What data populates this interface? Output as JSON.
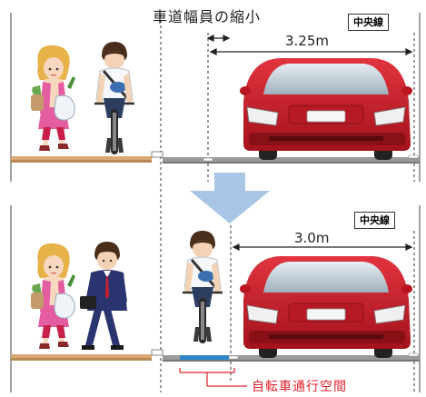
{
  "title": "車道幅員の縮小",
  "width_before": "3.25m",
  "width_after": "3.0m",
  "center_line_label": "中央線",
  "bike_lane_label": "自転車通行空間",
  "colors": {
    "road": "#9a9a9a",
    "sidewalk": "#d9a873",
    "car_body": "#c8202c",
    "bike_lane": "#2f86c9",
    "arrow": "#a9c6e6",
    "callout": "#e0202a"
  },
  "icons": [
    "pedestrian-woman-icon",
    "cyclist-icon",
    "pedestrian-man-icon",
    "car-icon",
    "down-arrow-icon"
  ]
}
